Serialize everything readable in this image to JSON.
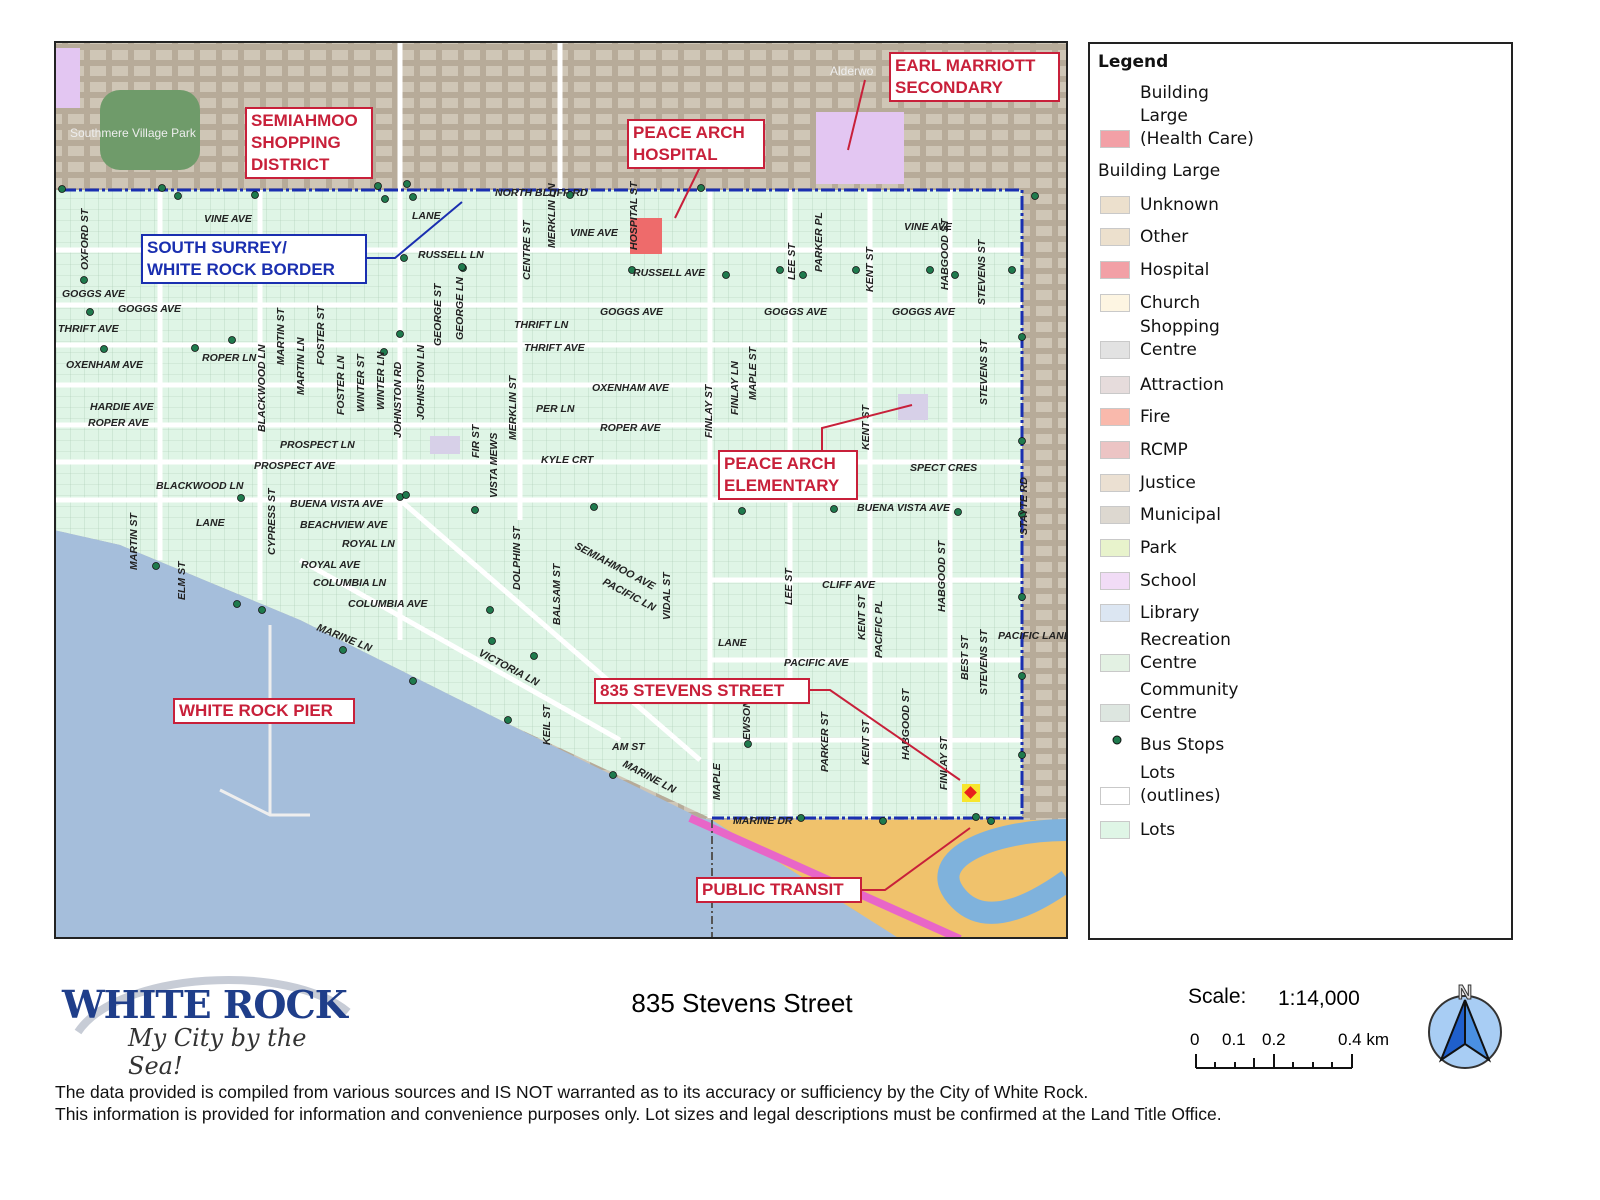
{
  "map": {
    "place_labels": [
      "Southmere Village Park",
      "Alderwo"
    ],
    "streets": [
      "NORTH BLUFF RD",
      "VINE AVE",
      "RUSSELL LN",
      "RUSSELL AVE",
      "GOGGS AVE",
      "GOGGS AVE",
      "GOGGS AVE",
      "GOGGS AVE",
      "THRIFT LN",
      "THRIFT AVE",
      "OXENHAM AVE",
      "ROPER AVE",
      "ROPER AVE",
      "HARDIE AVE",
      "PROSPECT LN",
      "PROSPECT AVE",
      "KYLE CRT",
      "BLACKWOOD LN",
      "BUENA VISTA AVE",
      "BUENA VISTA AVE",
      "BEACHVIEW AVE",
      "ROYAL LN",
      "ROYAL AVE",
      "COLUMBIA LN",
      "COLUMBIA AVE",
      "MARINE LN",
      "CLIFF AVE",
      "PACIFIC AVE",
      "MARINE DR",
      "SPECT CRES",
      "OXENHAM AVE",
      "THRIFT AVE",
      "GOGGS AVE",
      "LANE",
      "LANE",
      "PACIFIC LANE",
      "SEMIAHMOO AVE",
      "PACIFIC LN",
      "VICTORIA LN",
      "MARINE LN",
      "AM ST",
      "VINE AVE",
      "VINE AVE",
      "ROPER LN",
      "PER LN",
      "LANE"
    ],
    "vstreets": [
      "OXFORD ST",
      "HOSPITAL ST",
      "LEE ST",
      "PARKER PL",
      "KENT ST",
      "HABGOOD ST",
      "STEVENS ST",
      "STEVENS ST",
      "KENT ST",
      "FINLAY ST",
      "FINLAY LN",
      "MAPLE ST",
      "MERKLIN ST",
      "FIR ST",
      "VISTA MEWS",
      "GEORGE ST",
      "GEORGE LN",
      "JOHNSTON RD",
      "JOHNSTON LN",
      "WINTER LN",
      "WINTER ST",
      "FOSTER LN",
      "FOSTER ST",
      "MARTIN LN",
      "MARTIN ST",
      "BLACKWOOD LN",
      "STAYTE RD",
      "LEE ST",
      "KENT ST",
      "HABGOOD ST",
      "STEVENS ST",
      "PARKER ST",
      "KENT ST",
      "HABGOOD ST",
      "FINLAY ST",
      "MAPLE",
      "EWSON ST",
      "PACIFIC PL",
      "BEST ST",
      "MERKLIN LN",
      "CENTRE ST",
      "DOLPHIN ST",
      "BALSAM ST",
      "VIDAL ST",
      "ELM ST",
      "MARTIN ST",
      "CYPRESS ST",
      "KEIL ST"
    ],
    "callouts": {
      "shopping": "SEMIAHMOO\nSHOPPING\nDISTRICT",
      "hospital": "PEACE ARCH\nHOSPITAL",
      "secondary": "EARL MARRIOTT\nSECONDARY",
      "border": "SOUTH SURREY/\nWHITE ROCK BORDER",
      "elementary": "PEACE ARCH\nELEMENTARY",
      "subject": "835 STEVENS STREET",
      "pier": "WHITE ROCK PIER",
      "transit": "PUBLIC TRANSIT"
    },
    "colors": {
      "lots": "#dff5e6",
      "ocean": "#a5bedb",
      "sand": "#f0c26c",
      "border": "#1a2fb0",
      "callout": "#c8203a",
      "bus_stop": "#1f7a4d",
      "subject_marker": "#e8201c"
    }
  },
  "legend": {
    "title": "Legend",
    "items": [
      {
        "label": "Building\nLarge\n(Health Care)",
        "color": "#f2a0a6"
      },
      {
        "label": "Building Large",
        "color": null
      },
      {
        "label": "Unknown",
        "color": "#ece0cd"
      },
      {
        "label": "Other",
        "color": "#ece0cd"
      },
      {
        "label": "Hospital",
        "color": "#f2a0a6"
      },
      {
        "label": "Church",
        "color": "#fdf5e2"
      },
      {
        "label": "Shopping\nCentre",
        "color": "#e2e2e2"
      },
      {
        "label": "Attraction",
        "color": "#e6dcdc"
      },
      {
        "label": "Fire",
        "color": "#f9b9ac"
      },
      {
        "label": "RCMP",
        "color": "#ecc4c4"
      },
      {
        "label": "Justice",
        "color": "#ebe0d2"
      },
      {
        "label": "Municipal",
        "color": "#ddd8d0"
      },
      {
        "label": "Park",
        "color": "#e8f3cc"
      },
      {
        "label": "School",
        "color": "#f1dcf6"
      },
      {
        "label": "Library",
        "color": "#dce6f2"
      },
      {
        "label": "Recreation\nCentre",
        "color": "#e3f1e3"
      },
      {
        "label": "Community\nCentre",
        "color": "#dde6e0"
      },
      {
        "label": "Bus Stops",
        "color": "#1f7a4d"
      },
      {
        "label": "Lots\n(outlines)",
        "color": "#ffffff"
      },
      {
        "label": "Lots",
        "color": "#dff5e6"
      }
    ]
  },
  "footer": {
    "logo_main": "WHITE ROCK",
    "logo_tagline": "My City by the Sea!",
    "title": "835 Stevens Street",
    "scale_label": "Scale:",
    "scale_value": "1:14,000",
    "scale_ticks": [
      "0",
      "0.1",
      "0.2",
      "0.4 km"
    ],
    "north": "N",
    "disclaimer_1": "The data provided is compiled from various sources and IS NOT warranted as to its accuracy or sufficiency by the City of White Rock.",
    "disclaimer_2": "This information is provided for information and convenience purposes only.  Lot sizes and legal descriptions must be confirmed at the Land Title Office."
  }
}
